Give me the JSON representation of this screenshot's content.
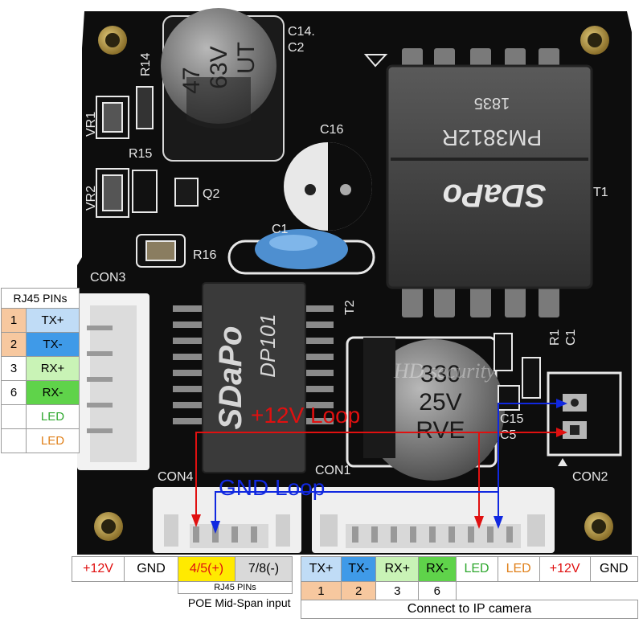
{
  "colors": {
    "board": "#0d0d0d",
    "silkscreen": "#e8e8e8",
    "red_loop": "#e01010",
    "blue_loop": "#1028e0",
    "cell_orange": "#f7c89f",
    "cell_blue": "#3f9ae8",
    "cell_green_light": "#c9f3b6",
    "cell_green": "#5fd34a",
    "cell_yellow": "#ffea00",
    "cell_gray": "#d9d9d9",
    "text_red": "#e01010",
    "text_green": "#2fa82f",
    "text_orange": "#e0801a"
  },
  "board": {
    "silk": {
      "c14": "C14.",
      "c2": "C2",
      "r14": "R14",
      "vr1": "VR1",
      "r15": "R15",
      "vr2": "VR2",
      "q2": "Q2",
      "c16": "C16",
      "c1x": "C1",
      "r16": "R16",
      "con3": "CON3",
      "t2": "T2",
      "t1": "T1",
      "r1": "R1",
      "c1": "C1",
      "c15": "C15",
      "c5": "C5",
      "con2": "CON2",
      "con4": "CON4",
      "con1": "CON1"
    },
    "cap_large": {
      "line1": "47",
      "line2": "63V",
      "line3": "UT"
    },
    "cap_small": {
      "line1": "330",
      "line2": "25V",
      "line3": "RVE"
    },
    "transformer_t1": {
      "code": "1835",
      "model": "PM3812R",
      "brand": "SDaPo"
    },
    "ic_t2": {
      "brand": "SDaPo",
      "model": "DP101"
    },
    "watermark": "HD security"
  },
  "annotations": {
    "red_loop": "+12V Loop",
    "blue_loop": "GND Loop"
  },
  "rj45_table": {
    "title": "RJ45 PINs",
    "rows": [
      {
        "pin": "1",
        "signal": "TX+"
      },
      {
        "pin": "2",
        "signal": "TX-"
      },
      {
        "pin": "3",
        "signal": "RX+"
      },
      {
        "pin": "6",
        "signal": "RX-"
      },
      {
        "pin": "",
        "signal": "LED"
      },
      {
        "pin": "",
        "signal": "LED"
      }
    ]
  },
  "poe_table": {
    "cells": [
      "+12V",
      "GND",
      "4/5(+)",
      "7/8(-)"
    ],
    "rj45_caption": "RJ45 PINs",
    "caption": "POE Mid-Span input"
  },
  "camera_table": {
    "cells": [
      "TX+",
      "TX-",
      "RX+",
      "RX-",
      "LED",
      "LED",
      "+12V",
      "GND"
    ],
    "pins": [
      "1",
      "2",
      "3",
      "6"
    ],
    "caption": "Connect to IP camera"
  }
}
